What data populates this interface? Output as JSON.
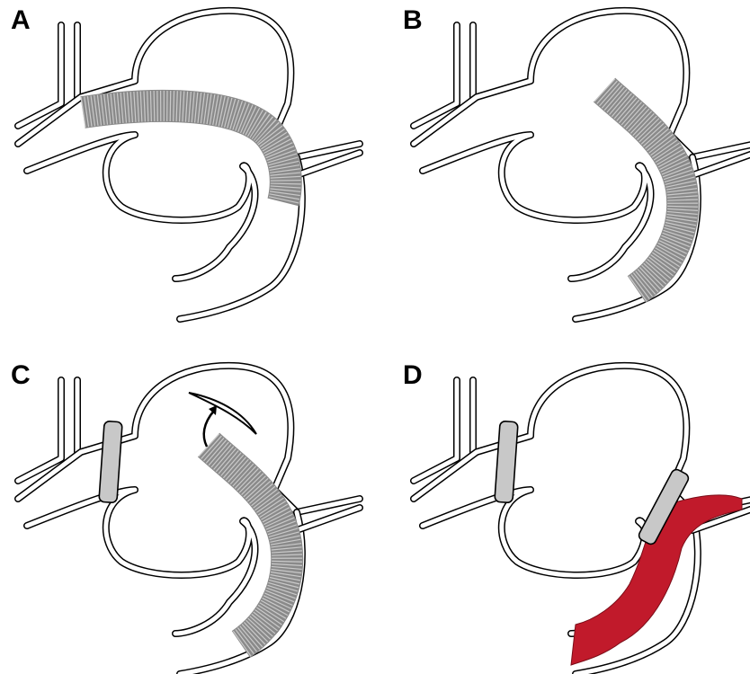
{
  "panels": [
    {
      "id": "A",
      "label": "A"
    },
    {
      "id": "B",
      "label": "B"
    },
    {
      "id": "C",
      "label": "C"
    },
    {
      "id": "D",
      "label": "D"
    }
  ],
  "colors": {
    "vessel_stroke": "#000000",
    "stent_mesh": "#8a8a8a",
    "clip_fill": "#c8c8c8",
    "blood_flow": "#c11a2b"
  },
  "icons": [
    "curved-arrow-icon"
  ]
}
